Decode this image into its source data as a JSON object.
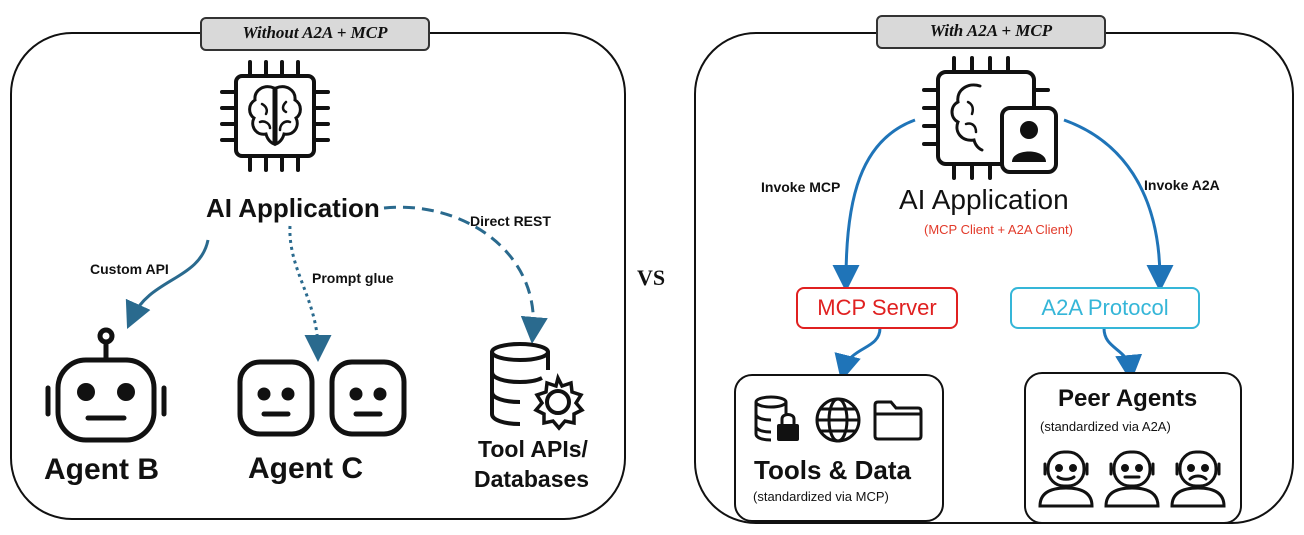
{
  "left": {
    "tab_label": "Without A2A + MCP",
    "app_title": "AI Application",
    "edges": {
      "custom_api": "Custom API",
      "prompt_glue": "Prompt glue",
      "direct_rest": "Direct REST"
    },
    "agent_b": "Agent B",
    "agent_c": "Agent C",
    "tools_line1": "Tool APIs/",
    "tools_line2": "Databases"
  },
  "vs_label": "VS",
  "right": {
    "tab_label": "With  A2A + MCP",
    "app_title": "AI Application",
    "app_subtitle": "(MCP Client + A2A Client)",
    "edges": {
      "invoke_mcp": "Invoke MCP",
      "invoke_a2a": "Invoke A2A"
    },
    "mcp_server": "MCP Server",
    "a2a_protocol": "A2A  Protocol",
    "tools_title": "Tools & Data",
    "tools_subtitle": "(standardized via MCP)",
    "peers_title": "Peer Agents",
    "peers_subtitle": "(standardized via A2A)"
  },
  "colors": {
    "mcp_red": "#e02020",
    "a2a_cyan": "#35b6d8",
    "arrow_blue": "#1f74b8",
    "dashed_teal": "#2a6a8e",
    "subtitle_red": "#e23a2a"
  }
}
